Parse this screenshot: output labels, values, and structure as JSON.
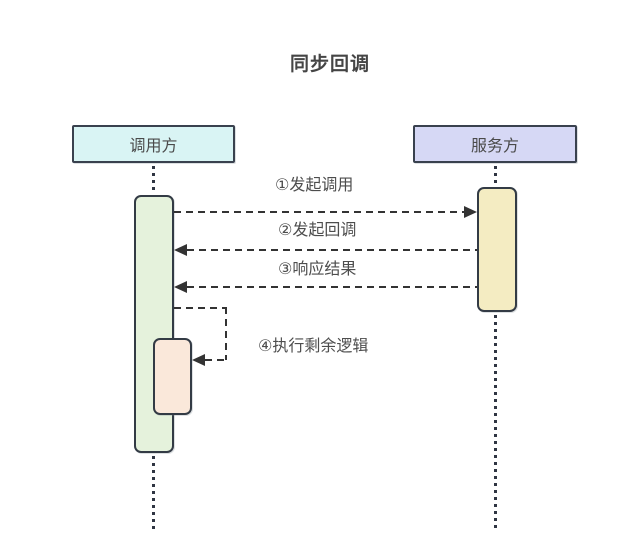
{
  "diagram": {
    "title": "同步回调",
    "participants": [
      {
        "name": "caller",
        "label": "调用方",
        "fill": "#d9f4f4"
      },
      {
        "name": "service",
        "label": "服务方",
        "fill": "#d6d8f5"
      }
    ],
    "activations": [
      {
        "name": "caller-activation",
        "fill": "#e5f2dc"
      },
      {
        "name": "service-activation",
        "fill": "#f4ecc2"
      },
      {
        "name": "caller-nested-activation",
        "fill": "#fae8da"
      }
    ],
    "messages": [
      {
        "order": "1",
        "label": "①发起调用",
        "from": "caller",
        "to": "service",
        "line": "dashed"
      },
      {
        "order": "2",
        "label": "②发起回调",
        "from": "service",
        "to": "caller",
        "line": "dashed"
      },
      {
        "order": "3",
        "label": "③响应结果",
        "from": "service",
        "to": "caller",
        "line": "dashed"
      },
      {
        "order": "4",
        "label": "④执行剩余逻辑",
        "from": "caller",
        "to": "caller",
        "line": "dashed-self-loop"
      }
    ],
    "colors": {
      "line": "#333333",
      "shape_border": "#39414e",
      "text": "#4a4a4a",
      "background": "#ffffff"
    }
  }
}
